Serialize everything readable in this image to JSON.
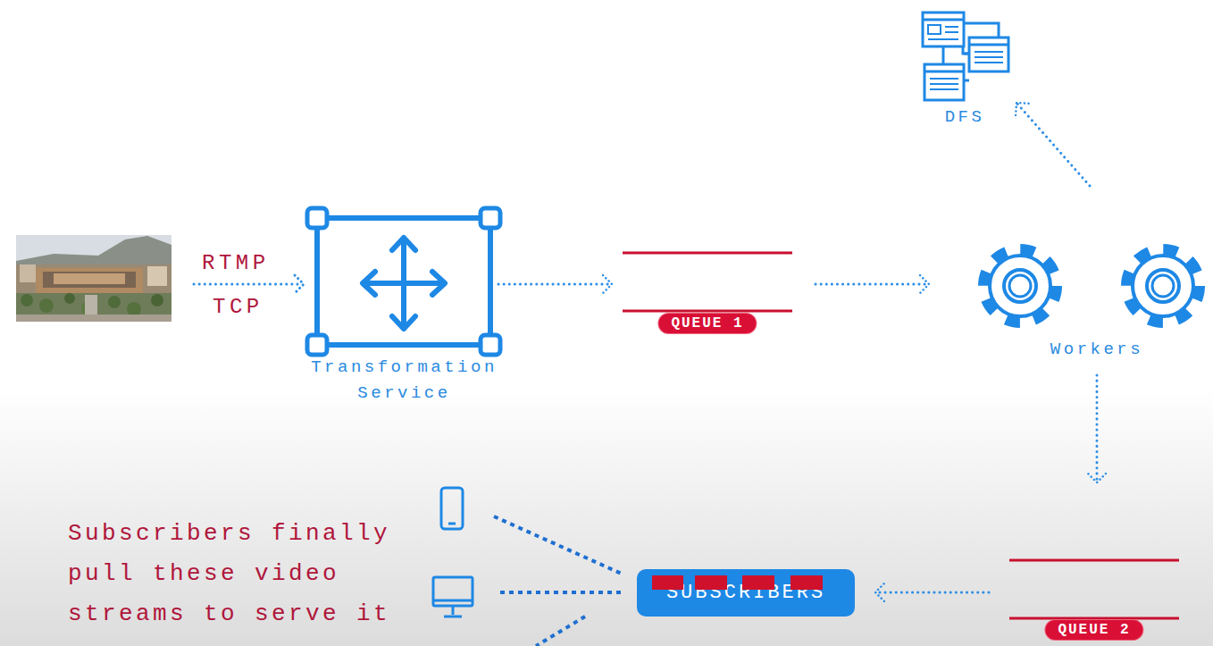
{
  "diagram": {
    "nodes": [
      {
        "text": [
          "DFS"
        ]
      },
      {
        "text": [
          "Transformation Service"
        ]
      },
      {
        "text": [
          "QUEUE 1"
        ]
      },
      {
        "text": [
          "Workers"
        ]
      },
      {
        "text": [
          "SUBSCRIBERS"
        ]
      },
      {
        "text": [
          "QUEUE 2"
        ]
      }
    ],
    "edges": [
      {
        "from": 1,
        "to": 2,
        "arrow": "to"
      },
      {
        "from": 2,
        "to": 3,
        "arrow": "to"
      },
      {
        "from": 3,
        "to": 0,
        "arrow": "to"
      },
      {
        "from": 3,
        "to": 5,
        "arrow": "to"
      },
      {
        "from": 5,
        "to": 4,
        "arrow": "to"
      }
    ],
    "labels": [
      "RTMP",
      "TCP",
      "Subscribers finally pull these video streams to serve it"
    ]
  }
}
